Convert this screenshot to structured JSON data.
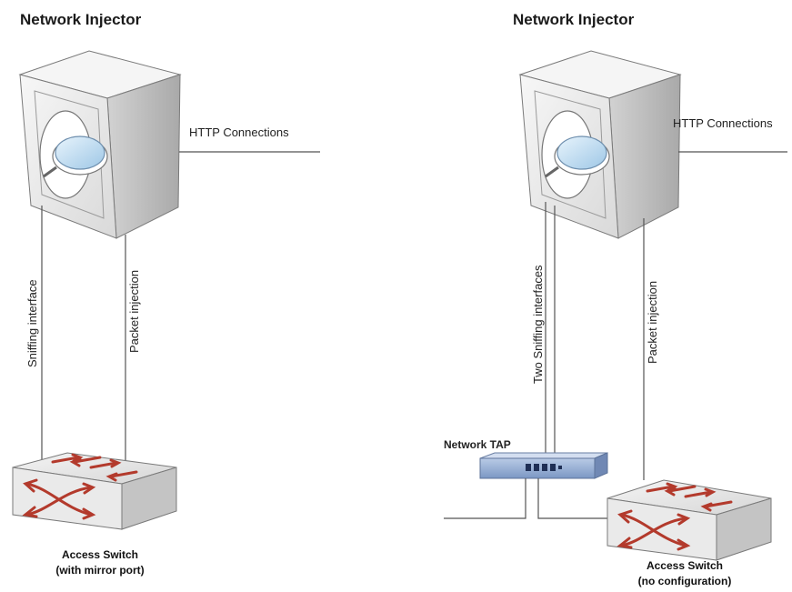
{
  "left_diagram": {
    "title": "Network Injector",
    "http_label": "HTTP Connections",
    "sniff_label": "Sniffing interface",
    "inject_label": "Packet injection",
    "switch_caption_line1": "Access Switch",
    "switch_caption_line2": "(with mirror port)"
  },
  "right_diagram": {
    "title": "Network Injector",
    "http_label": "HTTP Connections",
    "sniff_label": "Two Sniffing interfaces",
    "inject_label": "Packet injection",
    "tap_label": "Network TAP",
    "switch_caption_line1": "Access Switch",
    "switch_caption_line2": "(no configuration)"
  },
  "colors": {
    "line": "#555555",
    "box_front": "#ececec",
    "box_side": "#c9c9c9",
    "box_top": "#f6f6f6",
    "lens": "#c4dff3",
    "switch_arrow": "#b33a2c",
    "tap_body": "#8fa9cf"
  },
  "icons": [
    "network-injector-appliance-icon",
    "access-switch-icon",
    "network-tap-icon"
  ]
}
